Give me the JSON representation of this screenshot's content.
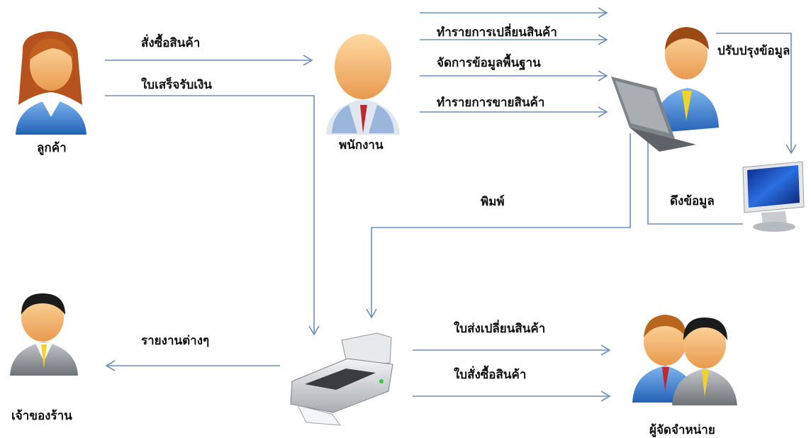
{
  "actors": {
    "customer": "ลูกค้า",
    "employee": "พนักงาน",
    "owner": "เจ้าของร้าน",
    "distributor": "ผู้จัดจำหน่าย"
  },
  "flows": {
    "order_goods": "สั่งซื้อสินค้า",
    "receipt": "ใบเสร็จรับเงิน",
    "exchange_goods": "ทำรายการเปลี่ยนสินค้า",
    "manage_basic_data": "จัดการข้อมูลพื้นฐาน",
    "sell_goods": "ทำรายการขายสินค้า",
    "update_data": "ปรับปรุงข้อมูล",
    "retrieve_data": "ดึงข้อมูล",
    "print": "พิมพ์",
    "reports": "รายงานต่างๆ",
    "exchange_slip": "ใบส่งเปลี่ยนสินค้า",
    "purchase_order": "ใบสั่งซื้อสินค้า"
  },
  "colors": {
    "arrow": "#6f8fb5",
    "shirt_blue": "#3d7fd0",
    "suit_gray": "#8a8f96",
    "skin": "#f3b26a",
    "hair_dark": "#1b1b1b",
    "hair_brown": "#b5521d",
    "tie_red": "#c0272d",
    "tie_yellow": "#f2d12a"
  },
  "icons": [
    "female-user-icon",
    "male-user-icon",
    "businessman-icon",
    "laptop-user-icon",
    "monitor-icon",
    "printer-icon",
    "two-businessmen-icon"
  ]
}
